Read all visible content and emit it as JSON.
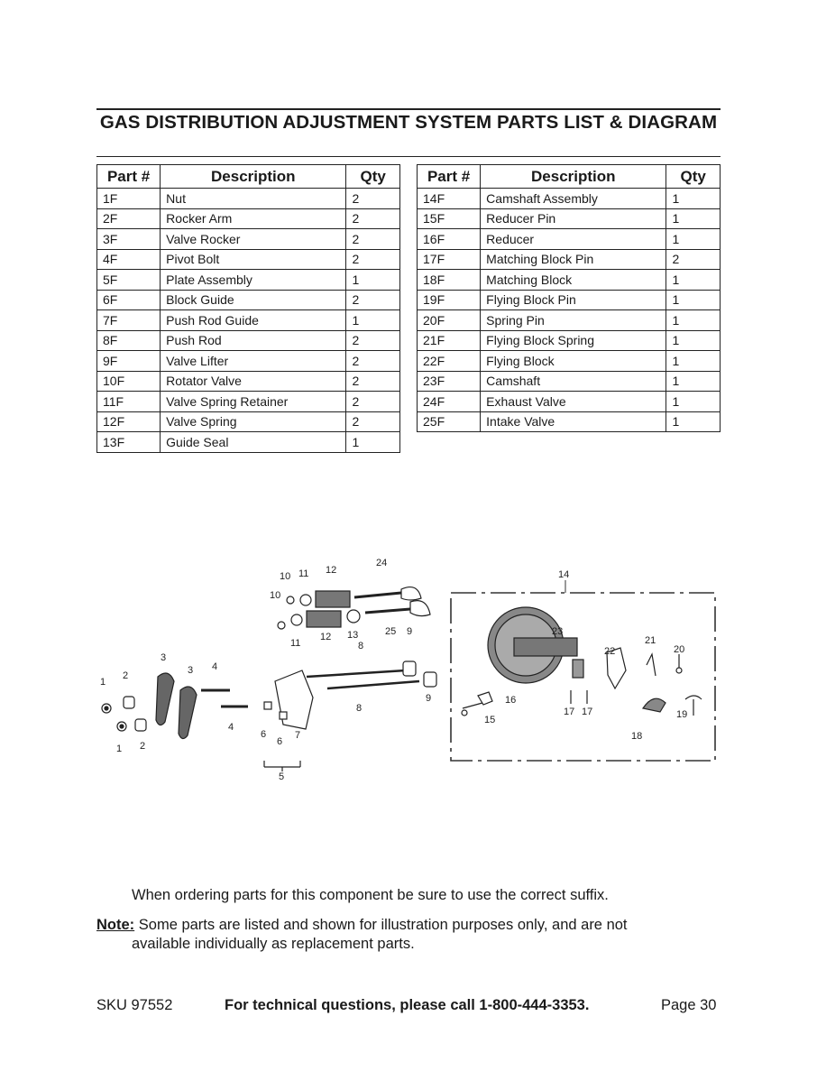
{
  "title": "GAS DISTRIBUTION ADJUSTMENT SYSTEM PARTS LIST & DIAGRAM",
  "table_headers": {
    "part": "Part #",
    "description": "Description",
    "qty": "Qty"
  },
  "parts_left": [
    {
      "part": "1F",
      "description": "Nut",
      "qty": "2"
    },
    {
      "part": "2F",
      "description": "Rocker Arm",
      "qty": "2"
    },
    {
      "part": "3F",
      "description": "Valve Rocker",
      "qty": "2"
    },
    {
      "part": "4F",
      "description": "Pivot Bolt",
      "qty": "2"
    },
    {
      "part": "5F",
      "description": "Plate Assembly",
      "qty": "1"
    },
    {
      "part": "6F",
      "description": "Block Guide",
      "qty": "2"
    },
    {
      "part": "7F",
      "description": "Push Rod Guide",
      "qty": "1"
    },
    {
      "part": "8F",
      "description": "Push Rod",
      "qty": "2"
    },
    {
      "part": "9F",
      "description": "Valve Lifter",
      "qty": "2"
    },
    {
      "part": "10F",
      "description": "Rotator Valve",
      "qty": "2"
    },
    {
      "part": "11F",
      "description": "Valve Spring Retainer",
      "qty": "2"
    },
    {
      "part": "12F",
      "description": "Valve Spring",
      "qty": "2"
    },
    {
      "part": "13F",
      "description": "Guide Seal",
      "qty": "1"
    }
  ],
  "parts_right": [
    {
      "part": "14F",
      "description": "Camshaft Assembly",
      "qty": "1"
    },
    {
      "part": "15F",
      "description": "Reducer Pin",
      "qty": "1"
    },
    {
      "part": "16F",
      "description": "Reducer",
      "qty": "1"
    },
    {
      "part": "17F",
      "description": "Matching Block Pin",
      "qty": "2"
    },
    {
      "part": "18F",
      "description": "Matching Block",
      "qty": "1"
    },
    {
      "part": "19F",
      "description": "Flying Block Pin",
      "qty": "1"
    },
    {
      "part": "20F",
      "description": "Spring Pin",
      "qty": "1"
    },
    {
      "part": "21F",
      "description": "Flying Block Spring",
      "qty": "1"
    },
    {
      "part": "22F",
      "description": "Flying Block",
      "qty": "1"
    },
    {
      "part": "23F",
      "description": "Camshaft",
      "qty": "1"
    },
    {
      "part": "24F",
      "description": "Exhaust Valve",
      "qty": "1"
    },
    {
      "part": "25F",
      "description": "Intake Valve",
      "qty": "1"
    }
  ],
  "diagram_callouts": {
    "n1": "1",
    "n2": "2",
    "n3": "3",
    "n4": "4",
    "n5": "5",
    "n6": "6",
    "n7": "7",
    "n8": "8",
    "n9": "9",
    "n10": "10",
    "n11": "11",
    "n12": "12",
    "n13": "13",
    "n14": "14",
    "n15": "15",
    "n16": "16",
    "n17": "17",
    "n18": "18",
    "n19": "19",
    "n20": "20",
    "n21": "21",
    "n22": "22",
    "n23": "23",
    "n24": "24",
    "n25": "25"
  },
  "order_note": "When ordering parts for this component be sure to use the correct suffix.",
  "note_label": "Note:",
  "note_text_line1": "Some parts are listed and shown for illustration purposes only, and are not",
  "note_text_line2": "available individually as replacement parts.",
  "footer": {
    "sku": "SKU 97552",
    "contact": "For technical questions, please call 1-800-444-3353.",
    "page": "Page 30"
  }
}
